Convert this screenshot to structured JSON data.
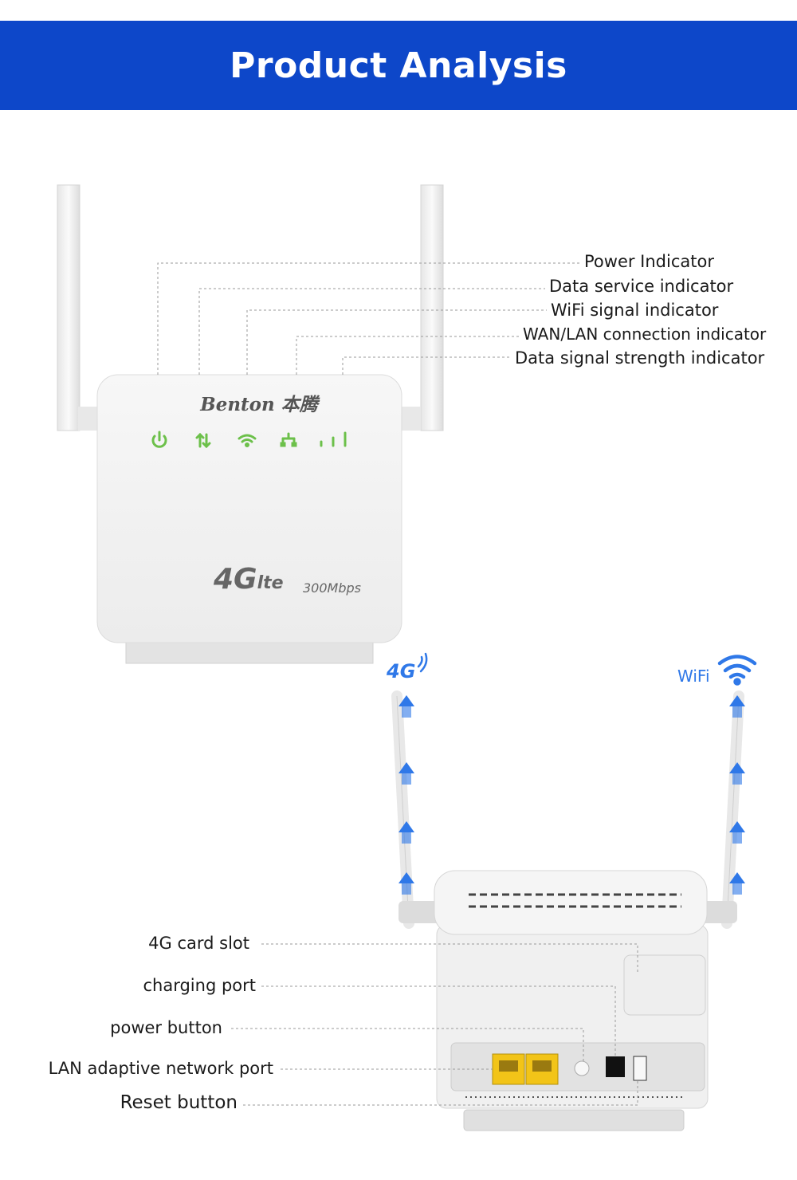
{
  "banner": {
    "title": "Product Analysis"
  },
  "front": {
    "brand": "Benton 本腾",
    "lte_main": "4G",
    "lte_suffix": "lte",
    "speed": "300Mbps",
    "indicators": [
      "Power Indicator",
      "Data service indicator",
      "WiFi signal indicator",
      "WAN/LAN connection indicator",
      "Data signal strength indicator"
    ],
    "led_color": "#6cc04a"
  },
  "back": {
    "antenna_left_label": "4G",
    "antenna_right_label": "WiFi",
    "ports": [
      "4G card slot",
      "charging port",
      "power button",
      "LAN adaptive network port",
      "Reset button"
    ],
    "arrow_color": "#2f78e8",
    "port_color": "#f2c418"
  }
}
